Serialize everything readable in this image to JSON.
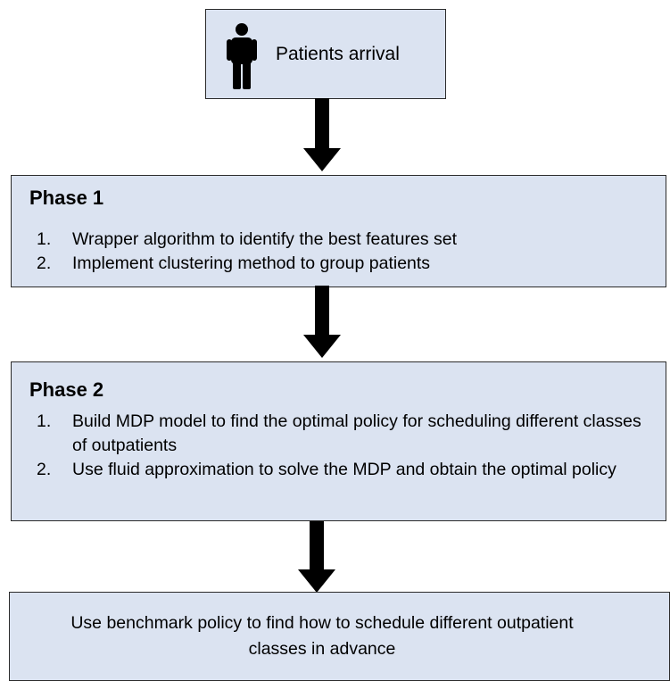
{
  "start": {
    "label": "Patients arrival",
    "icon": "person-icon"
  },
  "phase1": {
    "title": "Phase 1",
    "steps": [
      {
        "num": "1.",
        "text": "Wrapper algorithm to identify the best features set"
      },
      {
        "num": "2.",
        "text": "Implement clustering method to group patients"
      }
    ]
  },
  "phase2": {
    "title": "Phase 2",
    "steps": [
      {
        "num": "1.",
        "text": "Build MDP model to find the optimal policy for scheduling different classes of outpatients"
      },
      {
        "num": "2.",
        "text": "Use fluid approximation to solve the MDP and obtain the optimal policy"
      }
    ]
  },
  "final": {
    "line1": "Use benchmark policy to find how to schedule different outpatient",
    "line2": "classes in advance"
  },
  "colors": {
    "box_fill": "#dbe3f1",
    "box_border": "#2b2b2b",
    "arrow": "#000000"
  }
}
